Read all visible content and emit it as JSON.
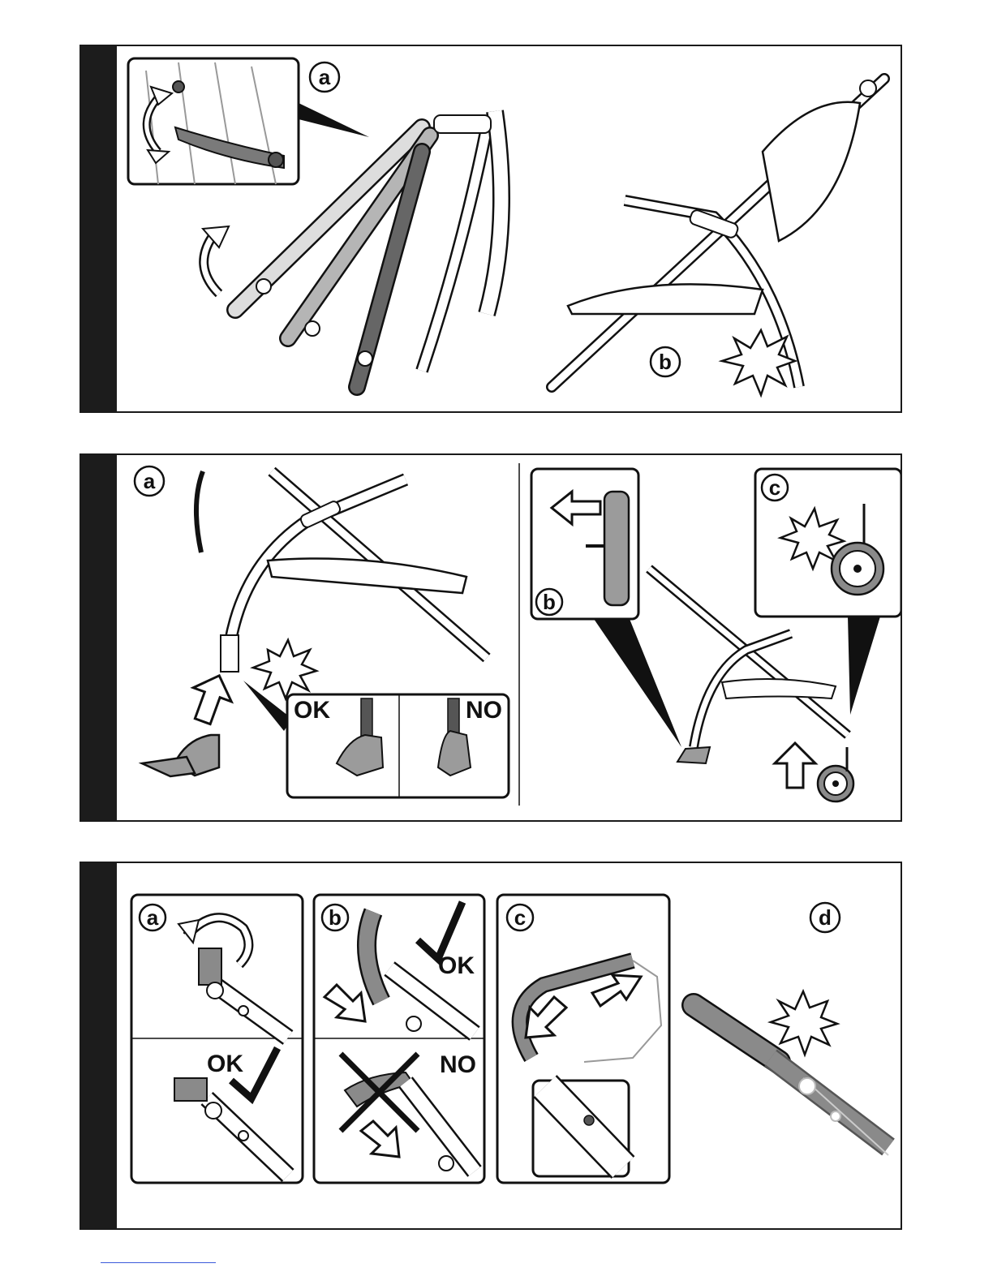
{
  "document": {
    "type": "stroller assembly instructions page",
    "colors": {
      "ink": "#111111",
      "frame_dark": "#555555",
      "frame_mid": "#8a8a8a",
      "frame_light": "#b5b5b5",
      "fill_gray": "#9b9b9b",
      "sidebar": "#1c1c1c"
    }
  },
  "panels": [
    {
      "callouts": {
        "a": "a",
        "b": "b"
      },
      "icons": [
        "rotate-arrows-icon",
        "lift-arrow-icon",
        "click-burst-icon"
      ]
    },
    {
      "callouts": {
        "a": "a",
        "b": "b",
        "c": "c"
      },
      "ok_label": "OK",
      "no_label": "NO",
      "icons": [
        "up-arrow-icon",
        "left-arrow-icon",
        "click-burst-icon"
      ]
    },
    {
      "callouts": {
        "a": "a",
        "b": "b",
        "c": "c",
        "d": "d"
      },
      "ok_label_a": "OK",
      "ok_label_b": "OK",
      "no_label_b": "NO",
      "icons": [
        "rotate-arrow-icon",
        "checkmark-icon",
        "cross-icon",
        "push-arrow-icon",
        "click-burst-icon"
      ]
    }
  ]
}
